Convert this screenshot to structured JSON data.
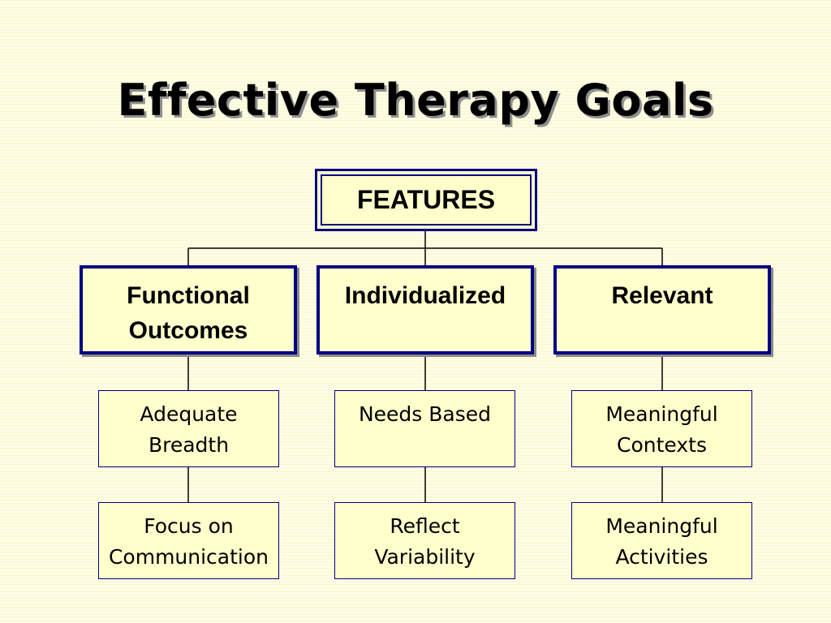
{
  "title": "Effective Therapy Goals",
  "root": {
    "label": "FEATURES"
  },
  "features": [
    {
      "label": "Functional\nOutcomes",
      "children": [
        "Adequate\nBreadth",
        "Focus on\nCommunication"
      ]
    },
    {
      "label": "Individualized",
      "children": [
        "Needs Based",
        "Reflect\nVariability"
      ]
    },
    {
      "label": "Relevant",
      "children": [
        "Meaningful\nContexts",
        "Meaningful\nActivities"
      ]
    }
  ],
  "colors": {
    "background": "#fdfce0",
    "box_fill": "#ffffcc",
    "border": "#000080",
    "connector": "#000000"
  }
}
